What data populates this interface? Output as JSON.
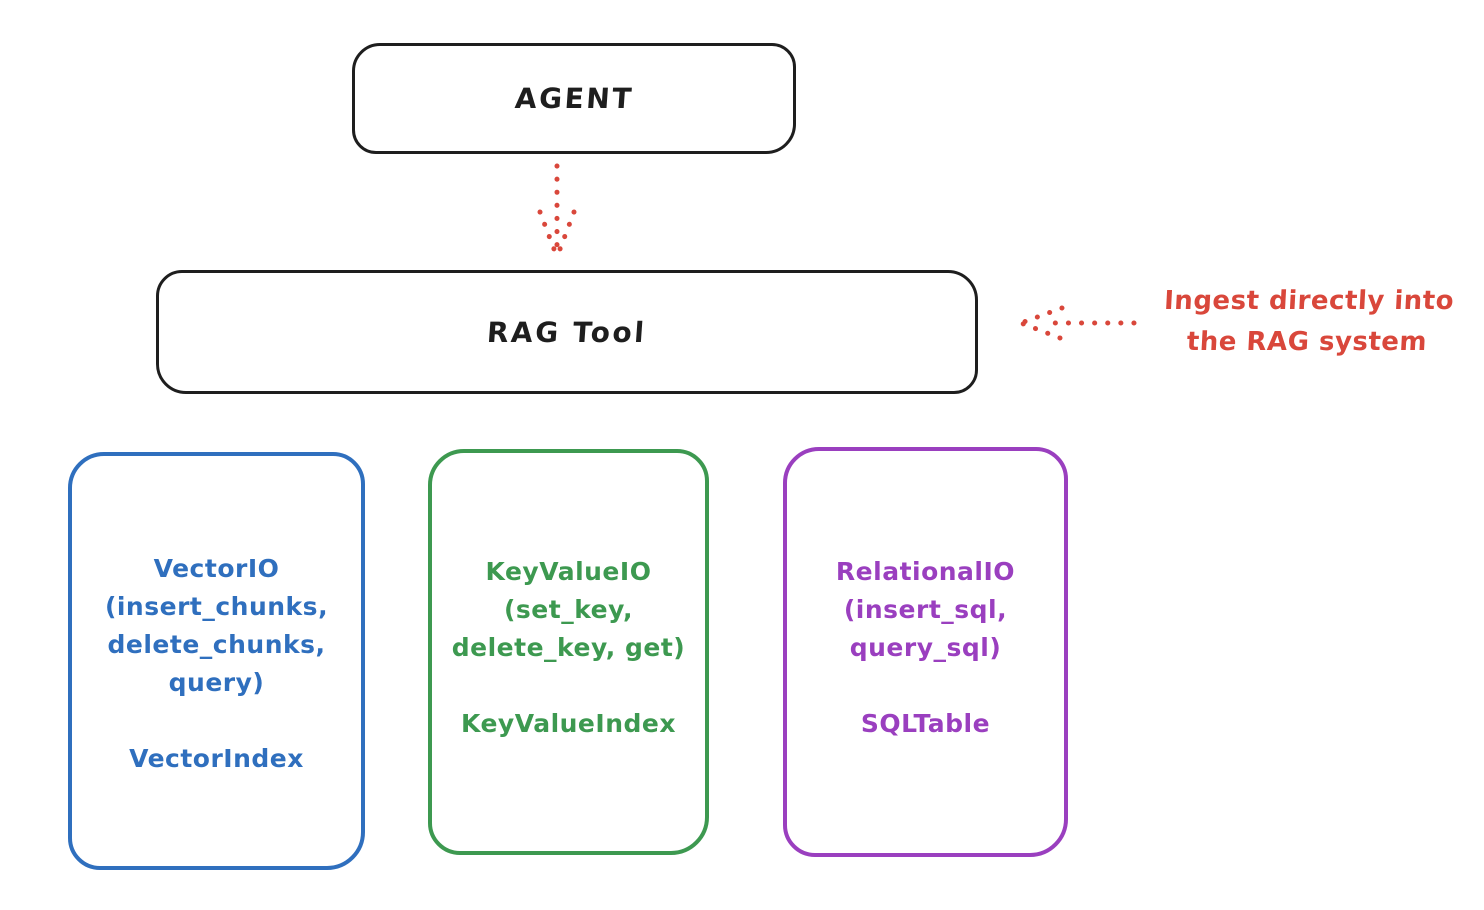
{
  "colors": {
    "ink": "#1e1e1e",
    "red": "#d9473b",
    "blue": "#2f6fbe",
    "green": "#3d9950",
    "purple": "#9a3fbf",
    "background": "#ffffff"
  },
  "nodes": {
    "agent": {
      "label": "AGENT"
    },
    "rag_tool": {
      "label": "RAG Tool"
    },
    "vector_io": {
      "lines": [
        "VectorIO",
        "(insert_chunks,",
        "delete_chunks,",
        "query)"
      ],
      "index_label": "VectorIndex",
      "color": "#2f6fbe"
    },
    "key_value_io": {
      "lines": [
        "KeyValueIO",
        "(set_key,",
        "delete_key, get)"
      ],
      "index_label": "KeyValueIndex",
      "color": "#3d9950"
    },
    "relational_io": {
      "lines": [
        "RelationalIO",
        "(insert_sql,",
        "query_sql)"
      ],
      "index_label": "SQLTable",
      "color": "#9a3fbf"
    }
  },
  "annotation": {
    "line1": "Ingest directly into",
    "line2": "the RAG system",
    "color": "#d9473b"
  },
  "arrows": {
    "agent_to_rag_tool": {
      "style": "dotted",
      "direction": "down",
      "color": "#d9473b"
    },
    "annotation_to_rag_tool": {
      "style": "dotted",
      "direction": "left",
      "color": "#d9473b"
    }
  }
}
